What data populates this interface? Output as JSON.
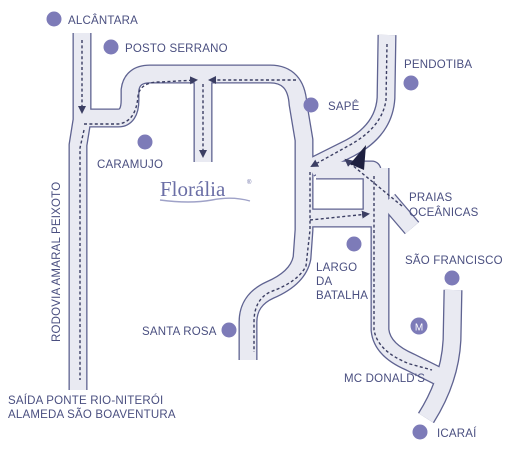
{
  "brand": {
    "name": "Florália",
    "mark": "®"
  },
  "places": [
    {
      "id": "alcantara",
      "label": "ALCÂNTARA"
    },
    {
      "id": "posto-serrano",
      "label": "POSTO SERRANO"
    },
    {
      "id": "pendotiba",
      "label": "PENDOTIBA"
    },
    {
      "id": "sape",
      "label": "SAPÊ"
    },
    {
      "id": "caramujo",
      "label": "CARAMUJO"
    },
    {
      "id": "praias-oceanicas",
      "label_lines": [
        "PRAIAS",
        "OCEÂNICAS"
      ]
    },
    {
      "id": "sao-francisco",
      "label": "SÃO FRANCISCO"
    },
    {
      "id": "largo-da-batalha",
      "label_lines": [
        "LARGO",
        "DA",
        "BATALHA"
      ]
    },
    {
      "id": "santa-rosa",
      "label": "SANTA ROSA"
    },
    {
      "id": "mc-donalds",
      "label": "MC DONALD'S",
      "badge": "M"
    },
    {
      "id": "icarai",
      "label": "ICARAÍ"
    }
  ],
  "roads": {
    "rodovia": "RODOVIA AMARAL PEIXOTO"
  },
  "footer": {
    "line1": "SAÍDA PONTE RIO-NITERÓI",
    "line2": "ALAMEDA SÃO BOAVENTURA"
  },
  "colors": {
    "road_outline": "#5f6391",
    "road_fill": "#e9eaf2",
    "label": "#4a4f80",
    "marker_dot": "#7d7bb8",
    "route": "#3b3e63"
  }
}
